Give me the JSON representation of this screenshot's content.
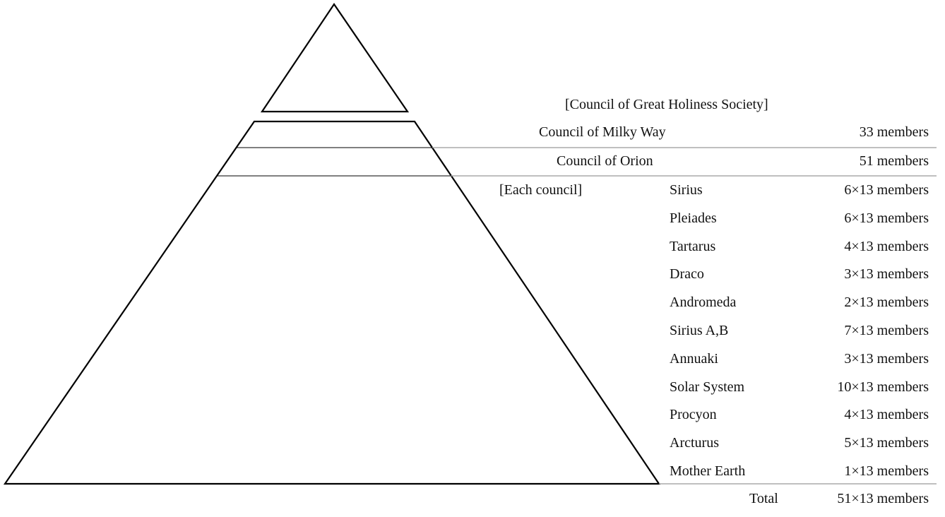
{
  "top_label": "[Council of Great Holiness Society]",
  "milky_way": {
    "label": "Council of Milky Way",
    "members": "33 members"
  },
  "orion": {
    "label": "Council of Orion",
    "members": "51 members"
  },
  "each_council_label": "[Each council]",
  "councils": [
    {
      "name": "Sirius",
      "members": "6×13 members"
    },
    {
      "name": "Pleiades",
      "members": "6×13 members"
    },
    {
      "name": "Tartarus",
      "members": "4×13 members"
    },
    {
      "name": "Draco",
      "members": "3×13 members"
    },
    {
      "name": "Andromeda",
      "members": "2×13 members"
    },
    {
      "name": "Sirius A,B",
      "members": "7×13 members"
    },
    {
      "name": "Annuaki",
      "members": "3×13 members"
    },
    {
      "name": "Solar System",
      "members": "10×13 members"
    },
    {
      "name": "Procyon",
      "members": "4×13 members"
    },
    {
      "name": "Arcturus",
      "members": "5×13 members"
    },
    {
      "name": "Mother Earth",
      "members": "1×13 members"
    }
  ],
  "total": {
    "label": "Total",
    "members": "51×13 members"
  }
}
